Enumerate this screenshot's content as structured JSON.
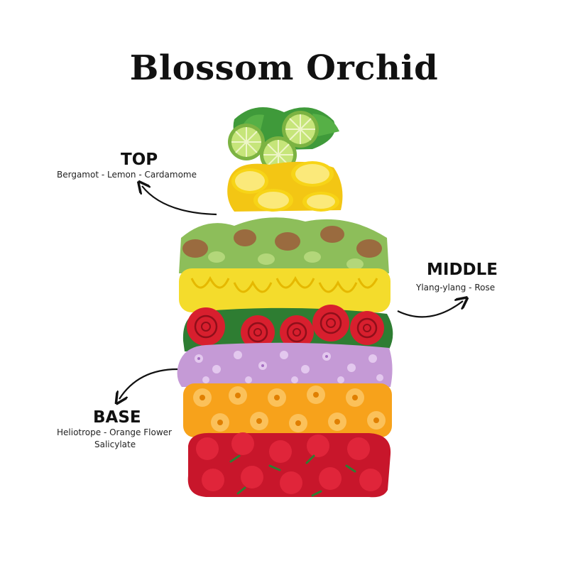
{
  "title": "Blossom Orchid",
  "notes": {
    "top": {
      "heading": "TOP",
      "ingredients": "Bergamot - Lemon - Cardamome"
    },
    "middle": {
      "heading": "MIDDLE",
      "ingredients": "Ylang-ylang - Rose"
    },
    "base": {
      "heading": "BASE",
      "ingredients_line1": "Heliotrope - Orange Flower",
      "ingredients_line2": "Salicylate"
    }
  },
  "layers": [
    {
      "name": "lime",
      "icon": "lime-slice-icon",
      "color": "#8cc63f"
    },
    {
      "name": "lemon",
      "icon": "lemon-slice-icon",
      "color": "#f7d417"
    },
    {
      "name": "cardamom",
      "icon": "cardamom-pod-icon",
      "color": "#9a6b3f"
    },
    {
      "name": "ylang-ylang",
      "icon": "ylang-flower-icon",
      "color": "#f4dc2c"
    },
    {
      "name": "rose",
      "icon": "rose-icon",
      "color": "#d81f2e"
    },
    {
      "name": "heliotrope",
      "icon": "heliotrope-flower-icon",
      "color": "#c59ad6"
    },
    {
      "name": "orange-flower",
      "icon": "orange-blossom-icon",
      "color": "#f7a21b"
    },
    {
      "name": "raspberry",
      "icon": "raspberry-icon",
      "color": "#e0253a"
    }
  ]
}
